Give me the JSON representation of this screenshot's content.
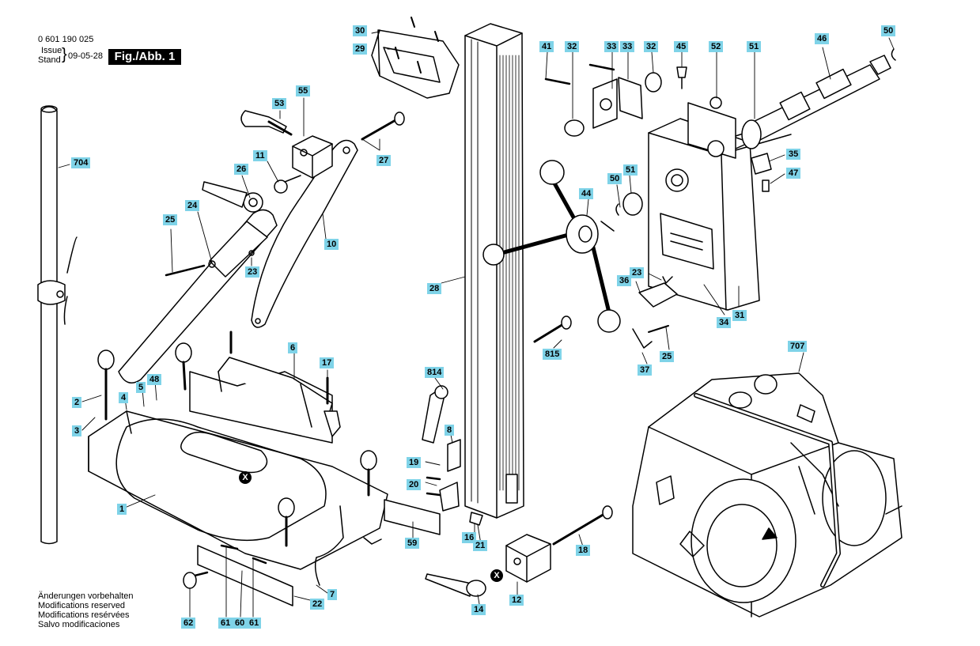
{
  "header": {
    "part_number": "0 601 190 025",
    "issue_label": "Issue",
    "stand_label": "Stand",
    "brace": "}",
    "date": "09-05-28",
    "figure": "Fig./Abb. 1"
  },
  "notes": [
    "Änderungen vorbehalten",
    "Modifications reserved",
    "Modifications resérvées",
    "Salvo modificaciones"
  ],
  "callouts": {
    "c30": "30",
    "c29": "29",
    "c41a": "41",
    "c32a": "32",
    "c33a": "33",
    "c33b": "33",
    "c32b": "32",
    "c45": "45",
    "c52": "52",
    "c51a": "51",
    "c46": "46",
    "c50a": "50",
    "c55": "55",
    "c53": "53",
    "c11": "11",
    "c26": "26",
    "c27": "27",
    "c704": "704",
    "c25a": "25",
    "c24": "24",
    "c23a": "23",
    "c10": "10",
    "c28": "28",
    "c44": "44",
    "c50b": "50",
    "c51b": "51",
    "c35": "35",
    "c47": "47",
    "c23b": "23",
    "c36": "36",
    "c34": "34",
    "c31": "31",
    "c6": "6",
    "c17": "17",
    "c815": "815",
    "c25b": "25",
    "c37": "37",
    "c707": "707",
    "c2": "2",
    "c48": "48",
    "c5": "5",
    "c4": "4",
    "c3": "3",
    "c814": "814",
    "c8": "8",
    "c19": "19",
    "c20": "20",
    "c1": "1",
    "c59": "59",
    "c16": "16",
    "c21": "21",
    "c18": "18",
    "c7": "7",
    "c12": "12",
    "c14": "14",
    "c22": "22",
    "c62": "62",
    "c61a": "61",
    "c60": "60",
    "c61b": "61"
  },
  "markers": {
    "x1": "X",
    "x2": "X"
  },
  "colors": {
    "callout_bg": "#7fd3e8",
    "ink": "#000000",
    "paper": "#ffffff"
  }
}
